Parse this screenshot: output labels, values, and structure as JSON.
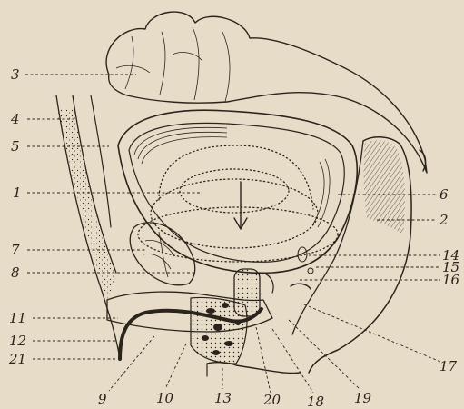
{
  "labels": [
    {
      "id": "l3",
      "text": "3"
    },
    {
      "id": "l4",
      "text": "4"
    },
    {
      "id": "l5",
      "text": "5"
    },
    {
      "id": "l1",
      "text": "1"
    },
    {
      "id": "l7",
      "text": "7"
    },
    {
      "id": "l8",
      "text": "8"
    },
    {
      "id": "l11",
      "text": "11"
    },
    {
      "id": "l12",
      "text": "12"
    },
    {
      "id": "l21",
      "text": "21"
    },
    {
      "id": "l6",
      "text": "6"
    },
    {
      "id": "l2",
      "text": "2"
    },
    {
      "id": "l14",
      "text": "14"
    },
    {
      "id": "l15",
      "text": "15"
    },
    {
      "id": "l16",
      "text": "16"
    },
    {
      "id": "l17",
      "text": "17"
    },
    {
      "id": "l9",
      "text": "9"
    },
    {
      "id": "l10",
      "text": "10"
    },
    {
      "id": "l13",
      "text": "13"
    },
    {
      "id": "l20",
      "text": "20"
    },
    {
      "id": "l18",
      "text": "18"
    },
    {
      "id": "l19",
      "text": "19"
    }
  ]
}
